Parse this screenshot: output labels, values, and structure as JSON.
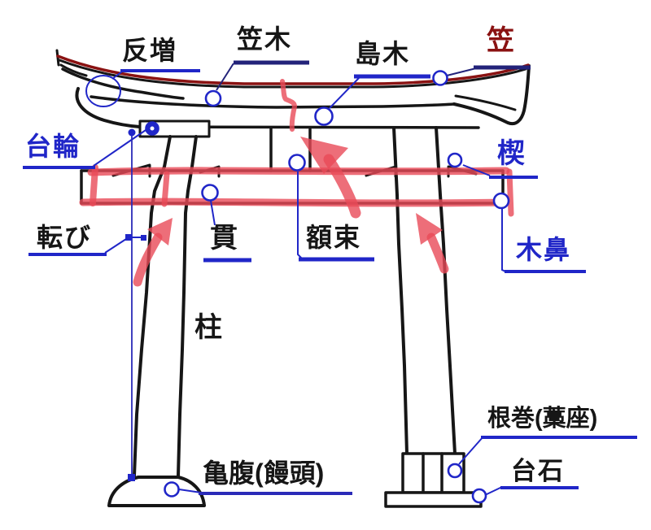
{
  "diagram": {
    "subject": "torii-gate-part-names",
    "labels": {
      "sorimashi": "反増",
      "kasagi": "笠木",
      "shimagi": "島木",
      "kasa": "笠",
      "daiwa": "台輪",
      "kusabi": "楔",
      "korobi": "転び",
      "nuki": "貫",
      "gakuzuka": "額束",
      "kibana": "木鼻",
      "hashira": "柱",
      "nemaki": "根巻(藁座)",
      "kamebara": "亀腹(饅頭)",
      "daiishi": "台石"
    },
    "colors": {
      "annotation_blue": "#2026c8",
      "underline_navy": "#23237a",
      "marker_red": "#e84a57",
      "roof_maroon": "#8a1212",
      "line_black": "#161616",
      "kasa_label_red": "#8a1212",
      "background": "#ffffff"
    }
  }
}
